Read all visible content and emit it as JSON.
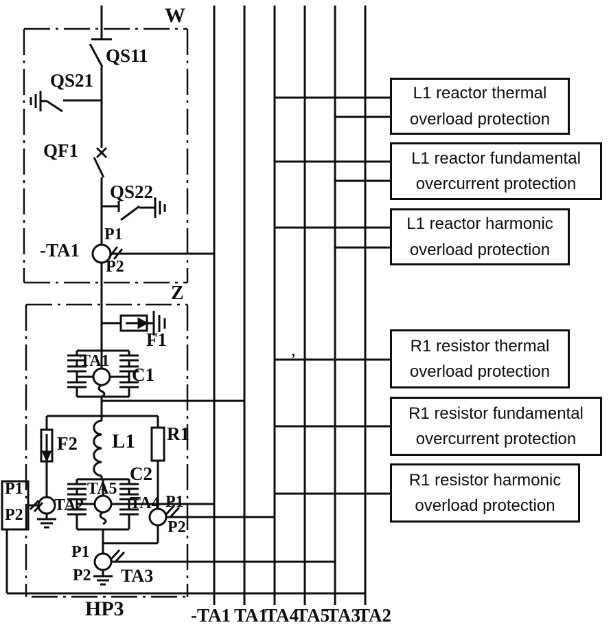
{
  "labels": {
    "w": "W",
    "z": "Z",
    "hp3": "HP3",
    "qs11": "QS11",
    "qs21": "QS21",
    "qf1": "QF1",
    "qs22": "QS22",
    "ta1_neg": "-TA1",
    "p1": "P1",
    "p2": "P2",
    "ta1": "TA1",
    "c1": "C1",
    "f1": "F1",
    "f2": "F2",
    "l1": "L1",
    "r1": "R1",
    "c2": "C2",
    "ta5": "TA5",
    "ta2": "TA2",
    "ta4": "TA4",
    "ta3": "TA3",
    "artifact": ","
  },
  "protection_boxes": [
    {
      "label": "L1 reactor thermal overload protection"
    },
    {
      "label": "L1 reactor fundamental overcurrent protection"
    },
    {
      "label": "L1 reactor harmonic overload protection"
    },
    {
      "label": "R1 resistor thermal overload protection"
    },
    {
      "label": "R1 resistor fundamental overcurrent protection"
    },
    {
      "label": "R1 resistor harmonic overload protection"
    }
  ],
  "bus_labels": [
    "-TA1",
    "TA1",
    "TA4",
    "TA5",
    "TA3",
    "TA2"
  ],
  "colors": {
    "ink": "#0d0d0d",
    "background": "#ffffff"
  }
}
